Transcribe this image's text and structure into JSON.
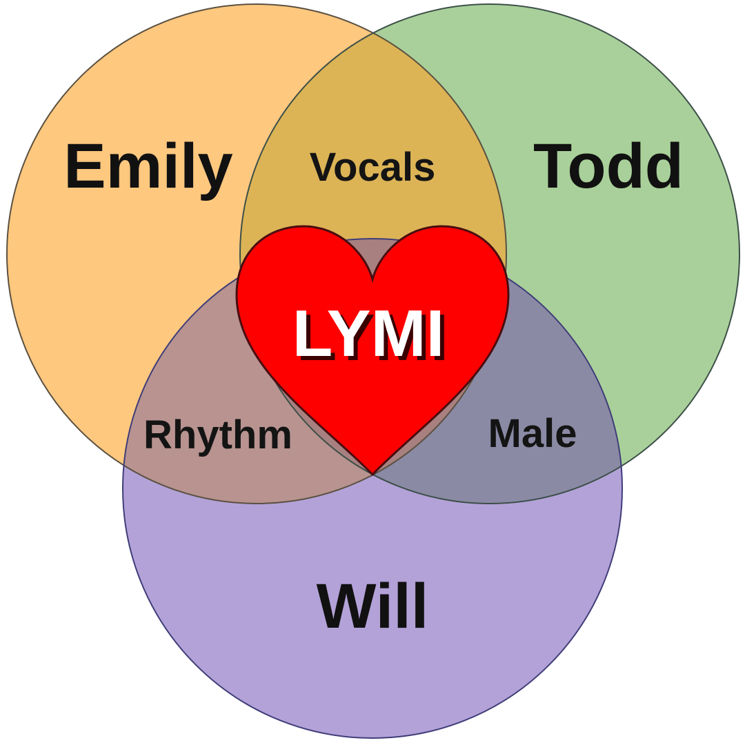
{
  "circles": {
    "emily": {
      "label": "Emily",
      "fill": "#fec87f",
      "stroke": "#5a5040"
    },
    "todd": {
      "label": "Todd",
      "fill": "#a9d09a",
      "stroke": "#3c4f48"
    },
    "will": {
      "label": "Will",
      "fill": "#b3a2d8",
      "stroke": "#3f3d78"
    }
  },
  "overlaps": {
    "emily_todd": {
      "label": "Vocals",
      "fill": "#dcb456"
    },
    "emily_will": {
      "label": "Rhythm",
      "fill": "#b89390"
    },
    "todd_will": {
      "label": "Male",
      "fill": "#8b8aa5"
    },
    "all": {
      "fill": "#a8807f"
    }
  },
  "center": {
    "label": "LYMI",
    "fill": "#fe0000",
    "stroke": "#4a0d10"
  }
}
